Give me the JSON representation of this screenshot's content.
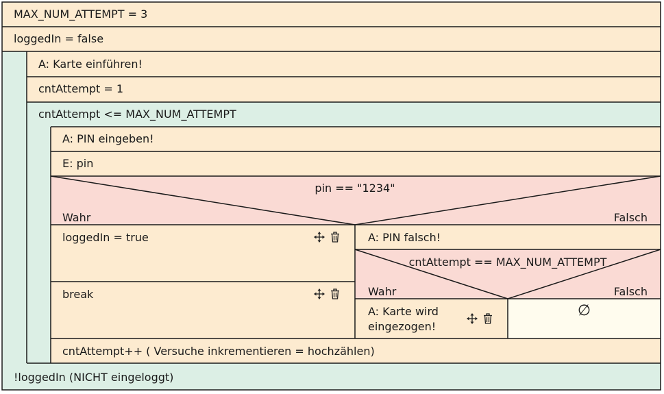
{
  "diagram": {
    "stmt_max_attempt": "MAX_NUM_ATTEMPT = 3",
    "stmt_logged_in_false": "loggedIn = false",
    "outer_loop_condition": "!loggedIn (NICHT eingeloggt)",
    "stmt_insert_card": "A: Karte einführen!",
    "stmt_cnt_attempt_init": "cntAttempt = 1",
    "inner_loop_condition": "cntAttempt <= MAX_NUM_ATTEMPT",
    "stmt_enter_pin": "A: PIN eingeben!",
    "stmt_read_pin": "E: pin",
    "if_pin": {
      "condition": "pin == \"1234\"",
      "true_label": "Wahr",
      "false_label": "Falsch"
    },
    "stmt_logged_in_true": "loggedIn = true",
    "stmt_break": "break",
    "stmt_pin_wrong": "A: PIN falsch!",
    "if_attempt": {
      "condition": "cntAttempt == MAX_NUM_ATTEMPT",
      "true_label": "Wahr",
      "false_label": "Falsch"
    },
    "stmt_card_retained_line1": "A: Karte wird",
    "stmt_card_retained_line2": "eingezogen!",
    "empty_symbol": "∅",
    "stmt_increment": "cntAttempt++ ( Versuche inkrementieren = hochzählen)"
  },
  "colors": {
    "action": "#fdebd0",
    "loop": "#dcefe5",
    "condition": "#fadad4",
    "empty": "#fffcee",
    "border": "#1a1a1a"
  },
  "icons": [
    "move-icon",
    "trash-icon"
  ]
}
